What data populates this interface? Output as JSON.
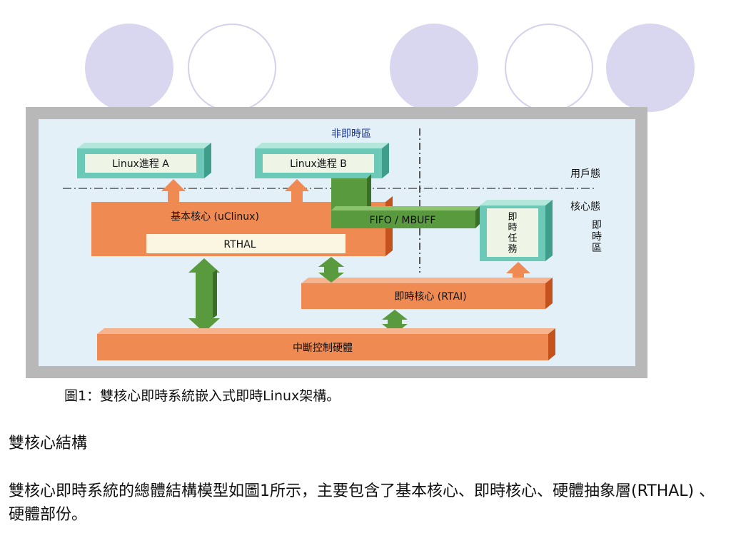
{
  "diagram": {
    "zone_non_rt": "非即時區",
    "user_mode": "用戶態",
    "kernel_mode": "核心態",
    "rt_zone_chars": [
      "即",
      "時",
      "區"
    ],
    "linux_process_a": "Linux進程 A",
    "linux_process_b": "Linux進程 B",
    "base_kernel": "基本核心 (uClinux)",
    "rthal": "RTHAL",
    "fifo": "FIFO / MBUFF",
    "rt_task_chars": [
      "即",
      "時",
      "任",
      "務"
    ],
    "rt_kernel": "即時核心 (RTAI)",
    "interrupt_hw": "中斷控制硬體",
    "colors": {
      "orange": "#ee8a52",
      "green": "#5a9a3e",
      "teal": "#6cc9b8",
      "panel": "#e3f0f8",
      "frame": "#b8b8b8"
    }
  },
  "caption": "圖1：雙核心即時系統嵌入式即時Linux架構。",
  "heading": "雙核心結構",
  "paragraph": "雙核心即時系統的總體結構模型如圖1所示，主要包含了基本核心、即時核心、硬體抽象層(RTHAL) 、硬體部份。"
}
